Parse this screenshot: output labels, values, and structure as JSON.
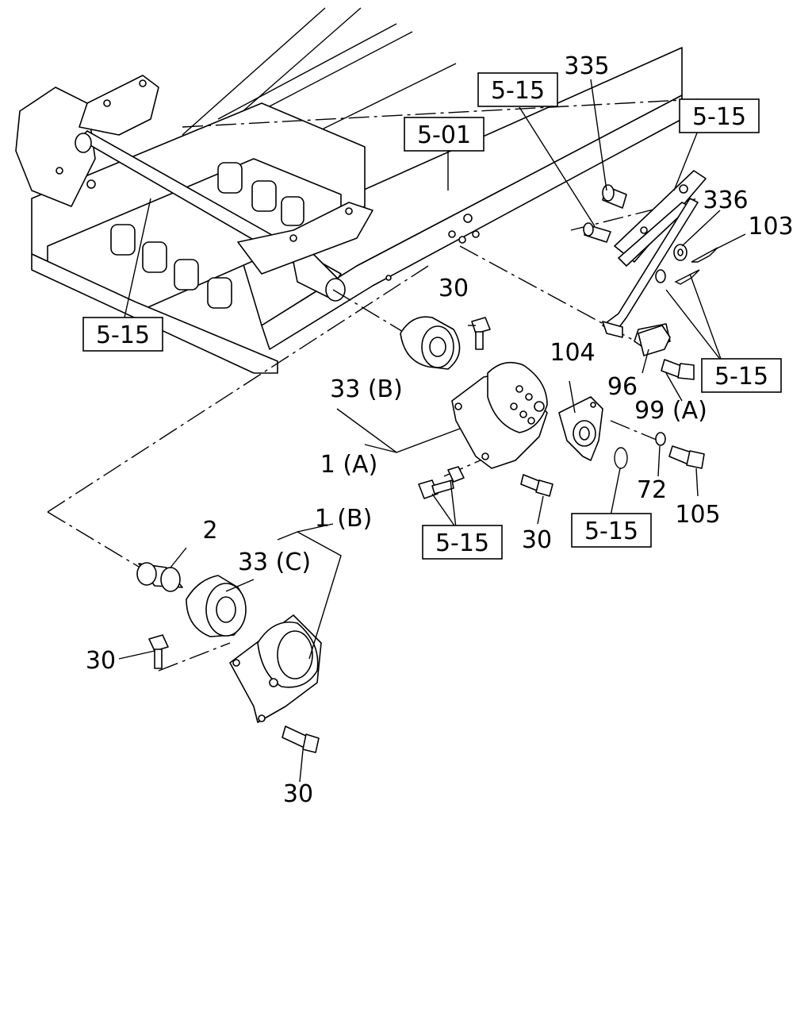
{
  "diagram": {
    "ref_boxes": {
      "frame_main": "5-01",
      "frame_crossmember": "5-15",
      "pin_top": "5-15",
      "bracket_top_right": "5-15",
      "clip_right": "5-15",
      "bolt_nut_pair": "5-15",
      "snap_ring": "5-15"
    },
    "labels": {
      "p335": "335",
      "p336": "336",
      "p103": "103",
      "p30_top": "30",
      "p104": "104",
      "p96": "96",
      "p99a": "99 (A)",
      "p33b": "33 (B)",
      "p1a": "1 (A)",
      "p72": "72",
      "p105": "105",
      "p30_mid": "30",
      "p2": "2",
      "p1b": "1 (B)",
      "p33c": "33 (C)",
      "p30_left": "30",
      "p30_bottom": "30"
    }
  }
}
